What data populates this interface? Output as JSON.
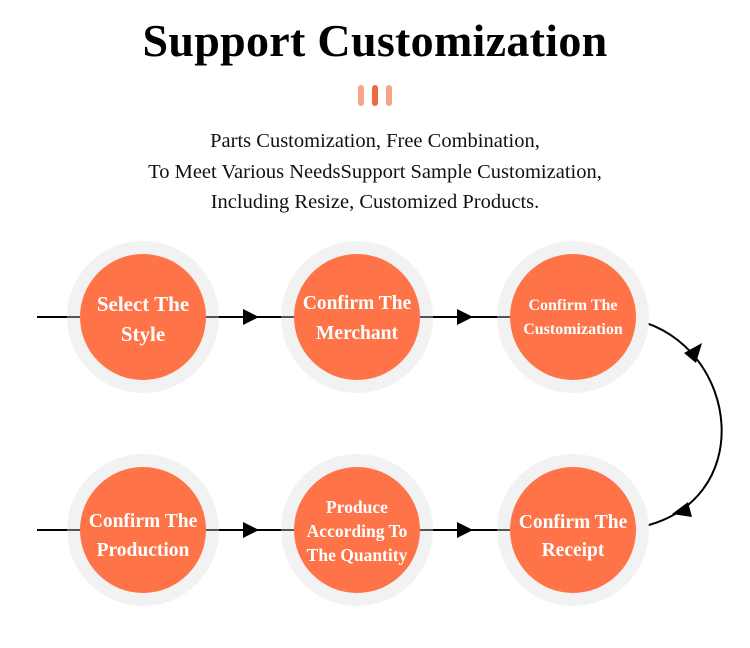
{
  "header": {
    "title": "Support Customization",
    "subtitle_lines": [
      "Parts Customization, Free Combination,",
      "To Meet Various NeedsSupport Sample Customization,",
      "Including Resize, Customized Products."
    ]
  },
  "colors": {
    "accent": "#fe7448",
    "accent_light": "#f6a48a",
    "ring": "#f2f2f2",
    "text_on_accent": "#ffffff",
    "connector": "#000000"
  },
  "steps": [
    {
      "label": "Select The Style"
    },
    {
      "label": "Confirm The Merchant"
    },
    {
      "label": "Confirm The Customization"
    },
    {
      "label": "Confirm The Receipt"
    },
    {
      "label": "Produce According To The Quantity"
    },
    {
      "label": "Confirm The Production"
    }
  ]
}
